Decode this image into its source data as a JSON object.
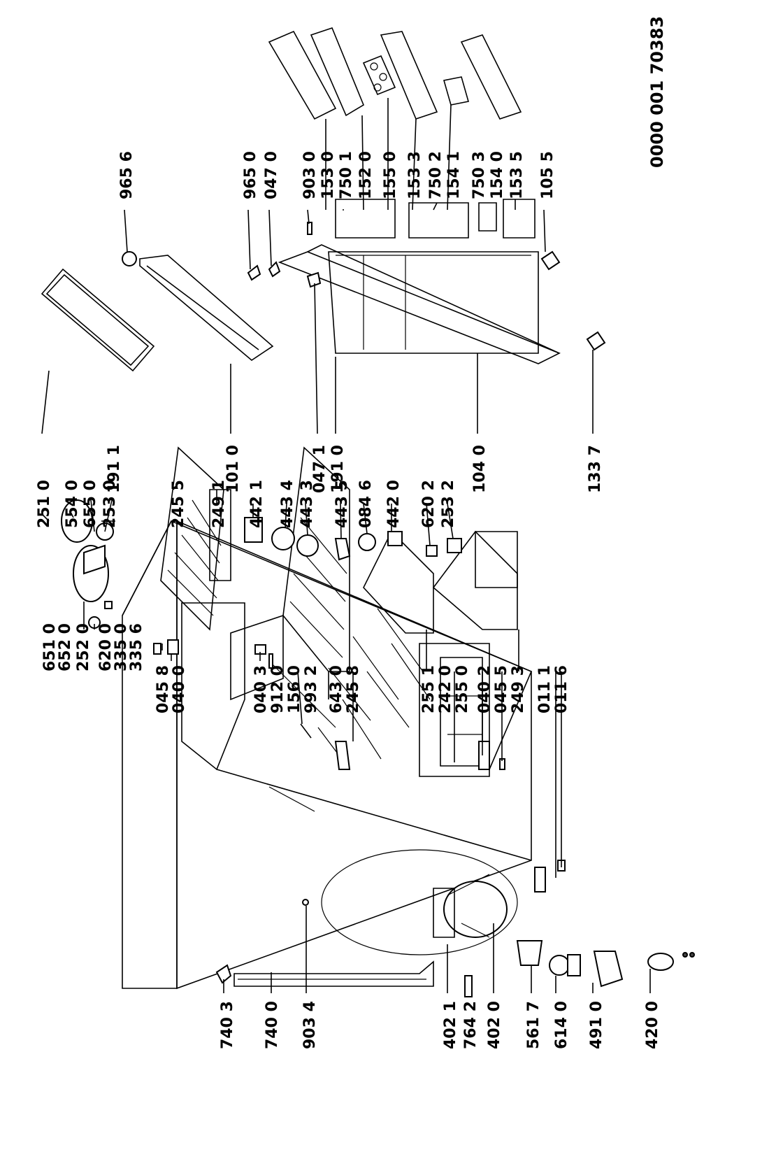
{
  "document_number": "0000 001 70383",
  "labels": [
    {
      "id": "d0",
      "text": "740 3"
    },
    {
      "id": "d1",
      "text": "740 0"
    },
    {
      "id": "d2",
      "text": "903 4"
    },
    {
      "id": "d3",
      "text": "402 1"
    },
    {
      "id": "d4",
      "text": "764 2"
    },
    {
      "id": "d5",
      "text": "402 0"
    },
    {
      "id": "d6",
      "text": "561 7"
    },
    {
      "id": "d7",
      "text": "614 0"
    },
    {
      "id": "d8",
      "text": "491 0"
    },
    {
      "id": "d9",
      "text": "420 0"
    },
    {
      "id": "c0",
      "text": "045 8"
    },
    {
      "id": "c1",
      "text": "040 0"
    },
    {
      "id": "c2",
      "text": "040 3"
    },
    {
      "id": "c3",
      "text": "912 0"
    },
    {
      "id": "c4",
      "text": "156 0"
    },
    {
      "id": "c5",
      "text": "993 2"
    },
    {
      "id": "c6",
      "text": "643 0"
    },
    {
      "id": "c7",
      "text": "245 8"
    },
    {
      "id": "c8",
      "text": "255 1"
    },
    {
      "id": "c9",
      "text": "242 0"
    },
    {
      "id": "c10",
      "text": "255 0"
    },
    {
      "id": "c11",
      "text": "040 2"
    },
    {
      "id": "c12",
      "text": "045 5"
    },
    {
      "id": "c13",
      "text": "249 3"
    },
    {
      "id": "c14",
      "text": "011 1"
    },
    {
      "id": "c15",
      "text": "011 6"
    },
    {
      "id": "b0",
      "text": "651 0"
    },
    {
      "id": "b1",
      "text": "652 0"
    },
    {
      "id": "b2",
      "text": "252 0"
    },
    {
      "id": "b3",
      "text": "620 0"
    },
    {
      "id": "b4",
      "text": "335 0"
    },
    {
      "id": "b5",
      "text": "335 6"
    },
    {
      "id": "a0",
      "text": "251 0"
    },
    {
      "id": "a1",
      "text": "554 0"
    },
    {
      "id": "a2",
      "text": "655 0"
    },
    {
      "id": "a3",
      "text": "253 0"
    },
    {
      "id": "a4",
      "text": "245 5"
    },
    {
      "id": "a5",
      "text": "249 1"
    },
    {
      "id": "a6",
      "text": "442 1"
    },
    {
      "id": "a7",
      "text": "443 4"
    },
    {
      "id": "a8",
      "text": "443 3"
    },
    {
      "id": "a9",
      "text": "443 5"
    },
    {
      "id": "a10",
      "text": "084 6"
    },
    {
      "id": "a11",
      "text": "442 0"
    },
    {
      "id": "a12",
      "text": "620 2"
    },
    {
      "id": "a13",
      "text": "253 2"
    },
    {
      "id": "f0",
      "text": "191 1"
    },
    {
      "id": "f1",
      "text": "101 0"
    },
    {
      "id": "f2",
      "text": "047 1"
    },
    {
      "id": "f3",
      "text": "191 0"
    },
    {
      "id": "f4",
      "text": "104 0"
    },
    {
      "id": "f5",
      "text": "133 7"
    },
    {
      "id": "e0",
      "text": "965 6"
    },
    {
      "id": "e1",
      "text": "965 0"
    },
    {
      "id": "e2",
      "text": "047 0"
    },
    {
      "id": "e3",
      "text": "903 0"
    },
    {
      "id": "e4",
      "text": "153 0"
    },
    {
      "id": "e5",
      "text": "750 1"
    },
    {
      "id": "e6",
      "text": "152 0"
    },
    {
      "id": "e7",
      "text": "155 0"
    },
    {
      "id": "e8",
      "text": "153 3"
    },
    {
      "id": "e9",
      "text": "750 2"
    },
    {
      "id": "e10",
      "text": "154 1"
    },
    {
      "id": "e11",
      "text": "750 3"
    },
    {
      "id": "e12",
      "text": "154 0"
    },
    {
      "id": "e13",
      "text": "153 5"
    },
    {
      "id": "e14",
      "text": "105 5"
    }
  ]
}
